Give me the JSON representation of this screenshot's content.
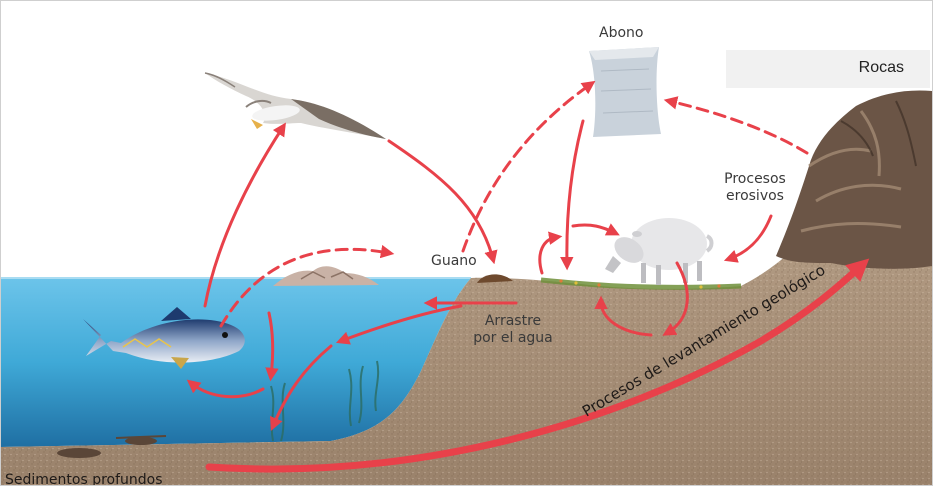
{
  "labels": {
    "abono": "Abono",
    "rocas": "Rocas",
    "guano": "Guano",
    "procesos_erosivos_line1": "Procesos",
    "procesos_erosivos_line2": "erosivos",
    "arrastre_line1": "Arrastre",
    "arrastre_line2": "por el agua",
    "levantamiento": "Procesos de levantamiento geológico",
    "sedimentos": "Sedimentos profundos"
  },
  "colors": {
    "arrow_red": "#e8414a",
    "sea_blue": "#3fa9d7",
    "sea_deep": "#1f6fa3",
    "ground": "#a68f77",
    "rock": "#6b5546",
    "label_box": "#f1f1f1"
  },
  "icons": [
    "seabird-icon",
    "tuna-fish-icon",
    "fertilizer-bag-icon",
    "sheep-icon",
    "rock-outcrop-icon",
    "guano-mound-icon",
    "seaweed-icon",
    "mountain-island-icon"
  ]
}
